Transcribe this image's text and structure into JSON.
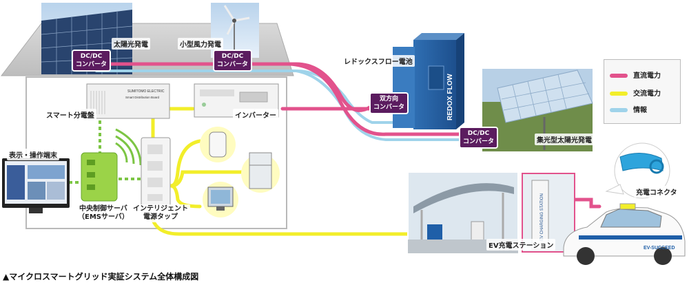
{
  "labels": {
    "solar": "太陽光発電",
    "wind": "小型風力発電",
    "redox_battery": "レドックスフロー電池",
    "smart_panel": "スマート分電盤",
    "inverter": "インバーター",
    "terminal": "表示・操作端末",
    "ems_server_line1": "中央制御サーバ",
    "ems_server_line2": "（EMSサーバ）",
    "power_strip_line1": "インテリジェント",
    "power_strip_line2": "電源タップ",
    "concentrated_solar": "集光型太陽光発電",
    "ev_station": "EV充電ステーション",
    "connector": "充電コネクタ"
  },
  "converters": {
    "dcdc_line1": "DC/DC",
    "dcdc_line2": "コンバータ",
    "bidirectional_line1": "双方向",
    "bidirectional_line2": "コンバータ"
  },
  "legend": {
    "dc": {
      "label": "直流電力",
      "color": "#e2528c"
    },
    "ac": {
      "label": "交流電力",
      "color": "#f2ee2a"
    },
    "info": {
      "label": "情報",
      "color": "#9fd3ea"
    }
  },
  "device_text": {
    "panel_brand": "SUMITOMO ELECTRIC",
    "panel_name": "Smart Distribution Board",
    "redox_vertical": "REDOX FLOW",
    "ev_vertical": "EV CHARGING STATION",
    "car_brand": "EV-SUCCEED"
  },
  "caption": "▲マイクロスマートグリッド実証システム全体構成図"
}
